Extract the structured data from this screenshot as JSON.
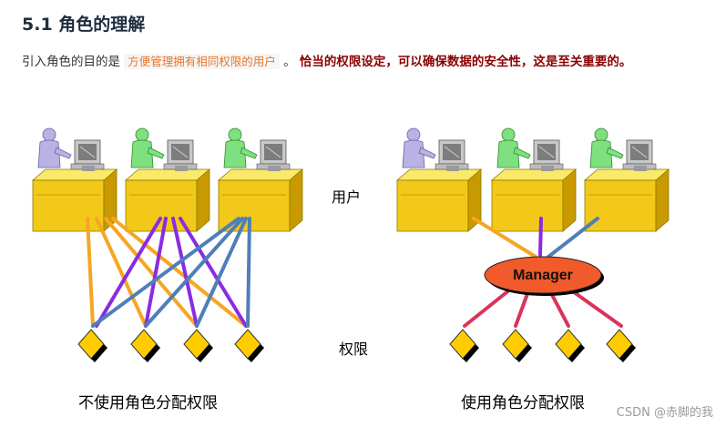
{
  "heading": "5.1 角色的理解",
  "paragraph": {
    "intro": "引入角色的目的是",
    "code": "方便管理拥有相同权限的用户",
    "sep": "。",
    "strong": "恰当的权限设定，可以确保数据的安全性，这是至关重要的",
    "end": "。"
  },
  "diagram": {
    "label_users": "用户",
    "label_permissions": "权限",
    "manager_label": "Manager",
    "caption_left": "不使用角色分配权限",
    "caption_right": "使用角色分配权限",
    "colors": {
      "orange": "#f5a623",
      "purple": "#8a2be2",
      "steel": "#4f7fb8",
      "red": "#d9345a",
      "manager_fill": "#f15a2a",
      "diamond": "#ffcc00",
      "desk_top": "#f9e24a",
      "desk_front": "#e0b400"
    }
  },
  "watermark": "CSDN @赤脚的我"
}
